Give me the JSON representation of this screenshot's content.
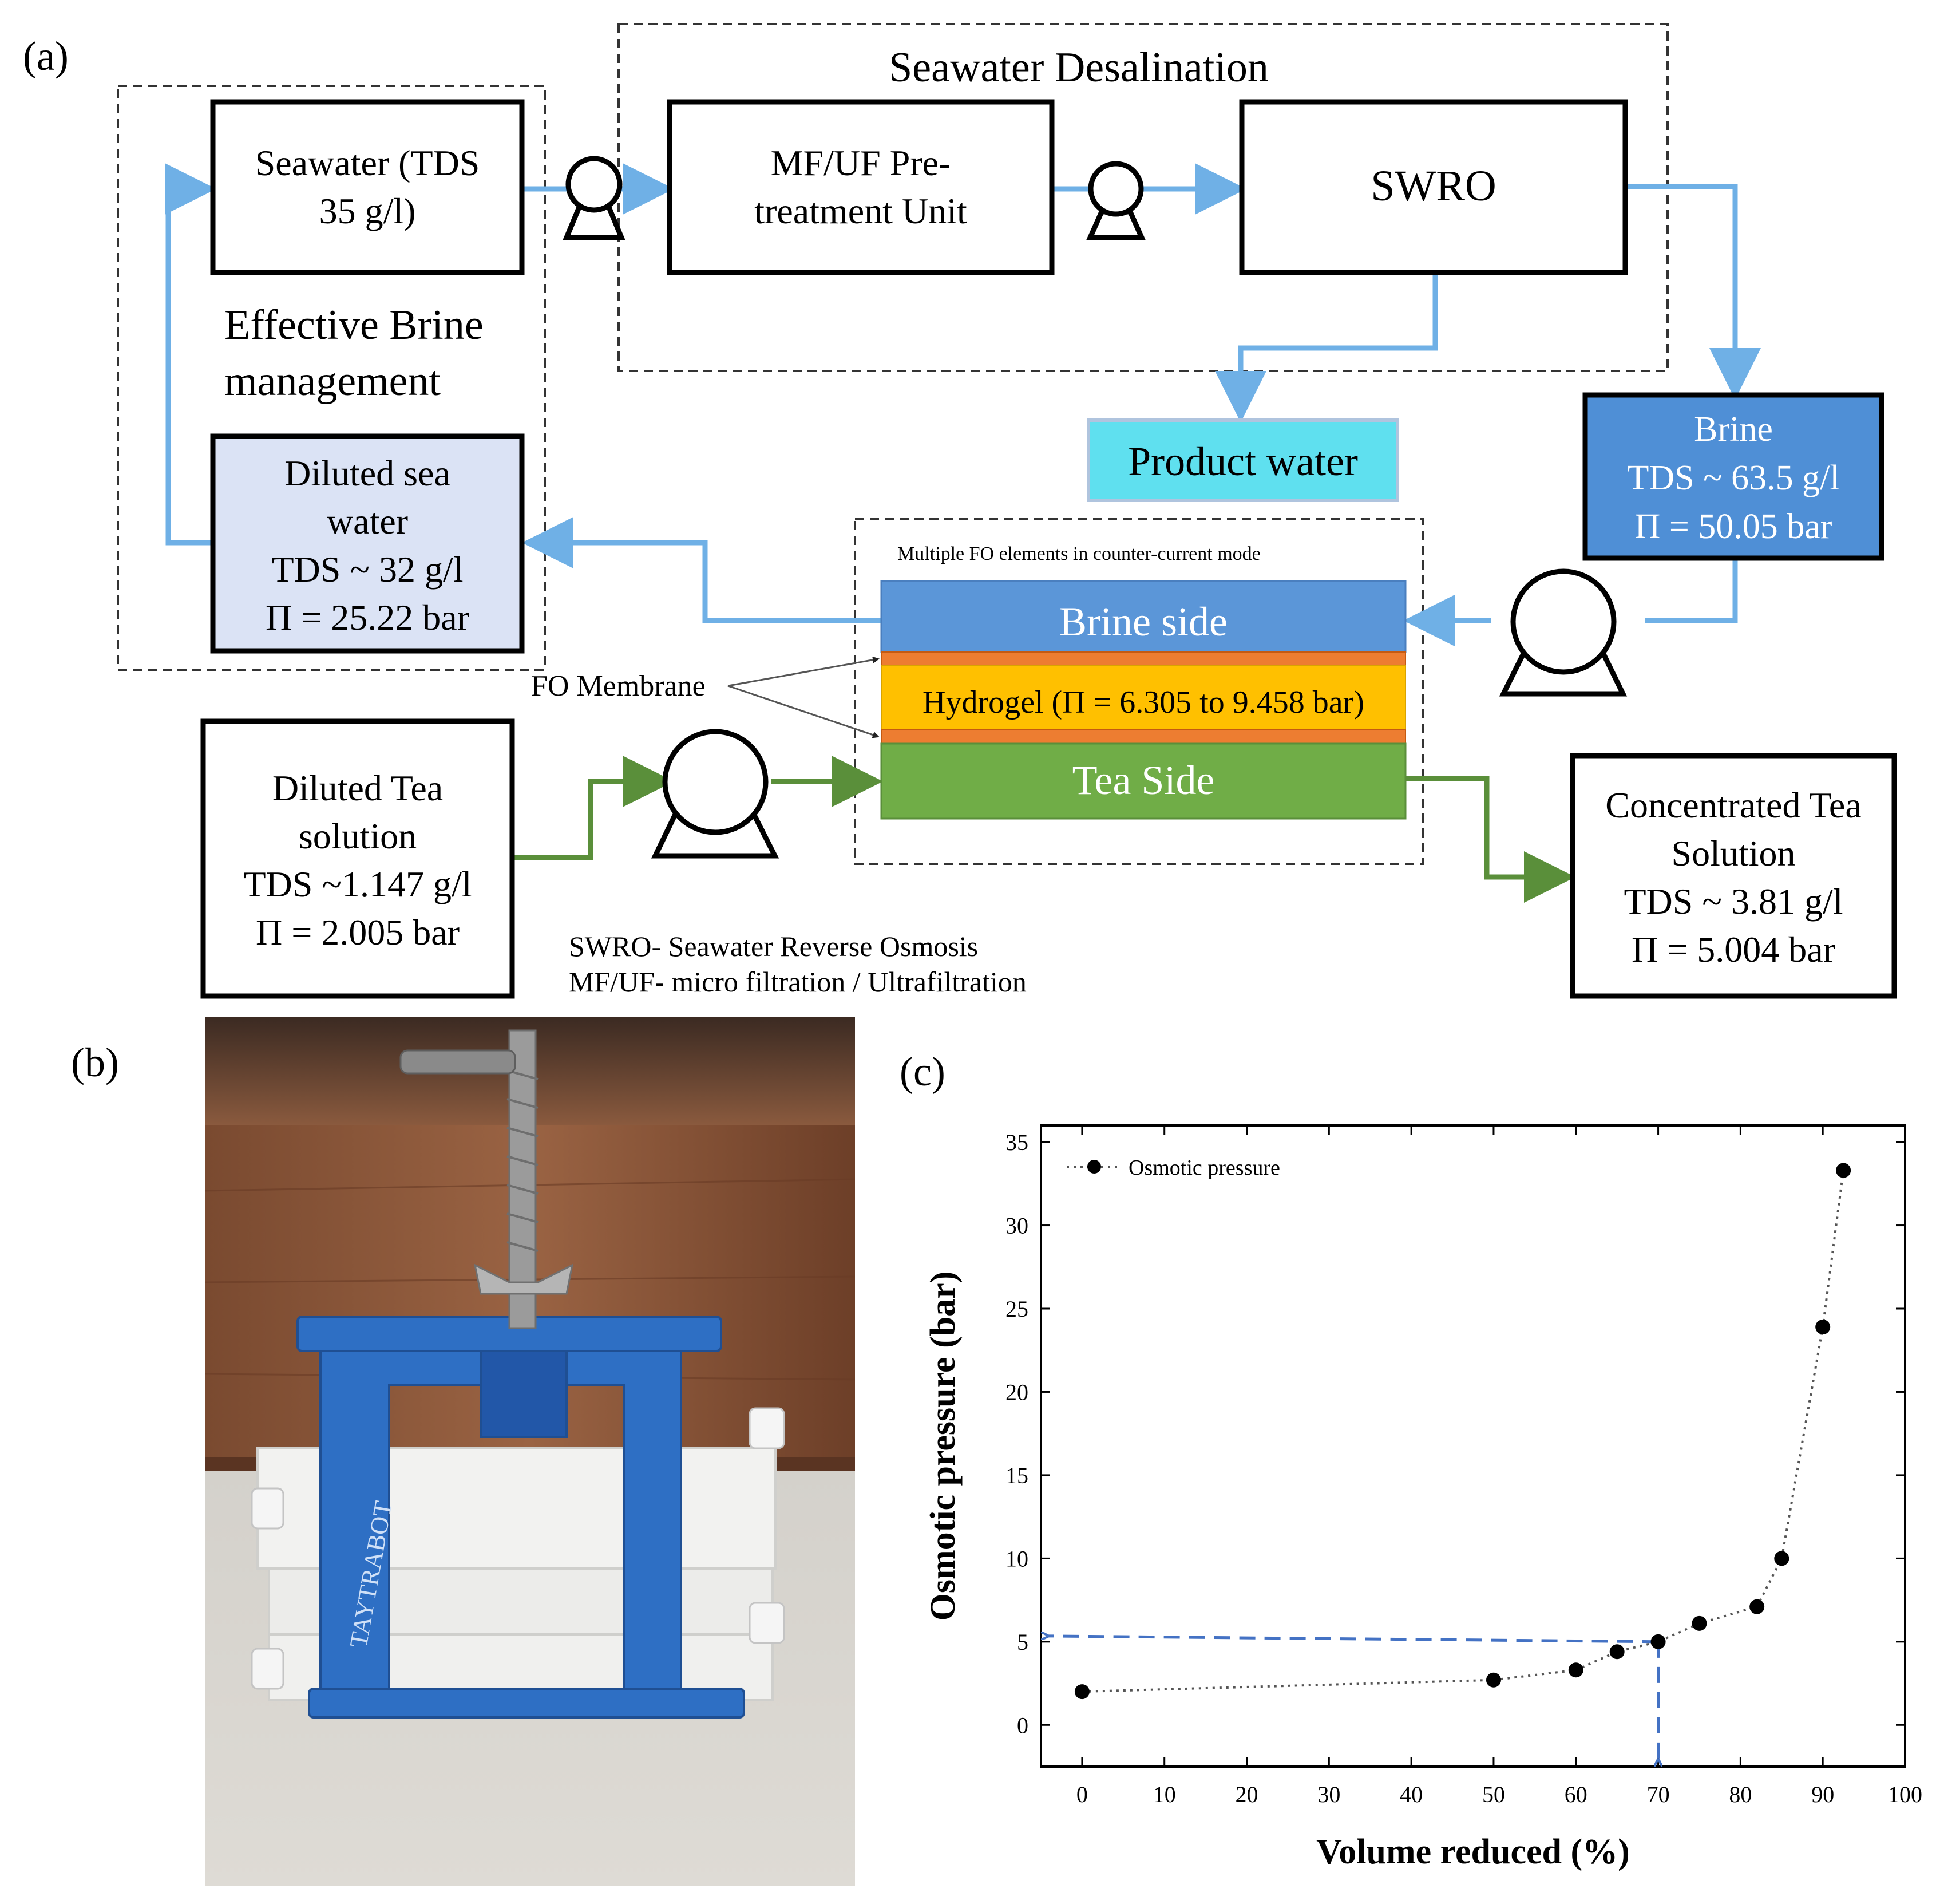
{
  "panel_labels": {
    "a": "(a)",
    "b": "(b)",
    "c": "(c)"
  },
  "diagram": {
    "seawater_desalination_label": "Seawater Desalination",
    "effective_brine_label": [
      "Effective Brine",
      "management"
    ],
    "seawater_box": [
      "Seawater (TDS",
      "35 g/l)"
    ],
    "mfuf_box": [
      "MF/UF Pre-",
      "treatment  Unit"
    ],
    "swro_box": "SWRO",
    "product_water": "Product water",
    "brine_box": [
      "Brine",
      "TDS ~ 63.5 g/l",
      "Π = 50.05 bar"
    ],
    "diluted_sea_box": [
      "Diluted sea",
      "water",
      "TDS ~ 32 g/l",
      "Π = 25.22 bar"
    ],
    "fo_module_label": "Multiple  FO elements  in  counter-current mode",
    "brine_side": "Brine side",
    "hydrogel": "Hydrogel  (Π = 6.305  to 9.458  bar)",
    "tea_side": "Tea Side",
    "fo_membrane_label": "FO Membrane",
    "diluted_tea_box": [
      "Diluted Tea",
      "solution",
      "TDS ~1.147 g/l",
      "Π = 2.005 bar"
    ],
    "concentrated_tea_box": [
      "Concentrated  Tea",
      "Solution",
      "TDS ~  3.81 g/l",
      "Π = 5.004 bar"
    ],
    "abbreviations": [
      "SWRO- Seawater Reverse Osmosis",
      "MF/UF- micro filtration  / Ultrafiltration"
    ],
    "colors": {
      "flow_blue": "#6fb0e6",
      "flow_green": "#5a8f3a",
      "brine_fill": "#4f8fd6",
      "product_fill": "#5fe0ef",
      "diluted_fill": "#dbe3f5",
      "brine_side_fill": "#5b96d8",
      "membrane_fill": "#ed7d31",
      "hydrogel_fill": "#ffc000",
      "tea_fill": "#70ad47"
    }
  },
  "photo": {
    "icons": [
      "clamp-photo-icon"
    ],
    "brand_text": "TAYTRABOT"
  },
  "chart_data": {
    "type": "line",
    "xlabel": "Volume reduced (%)",
    "ylabel": "Osmotic pressure (bar)",
    "xlim": [
      -5,
      100
    ],
    "ylim": [
      -2.5,
      36
    ],
    "x_ticks": [
      0,
      10,
      20,
      30,
      40,
      50,
      60,
      70,
      80,
      90,
      100
    ],
    "y_ticks": [
      0,
      5,
      10,
      15,
      20,
      25,
      30,
      35
    ],
    "grid": false,
    "legend_position": "top-left",
    "series": [
      {
        "name": "Osmotic pressure",
        "x": [
          0,
          50,
          60,
          65,
          70,
          75,
          82,
          85,
          90,
          92.5
        ],
        "y": [
          2.0,
          2.7,
          3.3,
          4.4,
          5.0,
          6.1,
          7.1,
          10.0,
          23.9,
          33.3
        ]
      }
    ],
    "annotation": {
      "x": 70,
      "y": 5.0,
      "color": "#4472c4",
      "style": "dashed-arrows"
    }
  }
}
